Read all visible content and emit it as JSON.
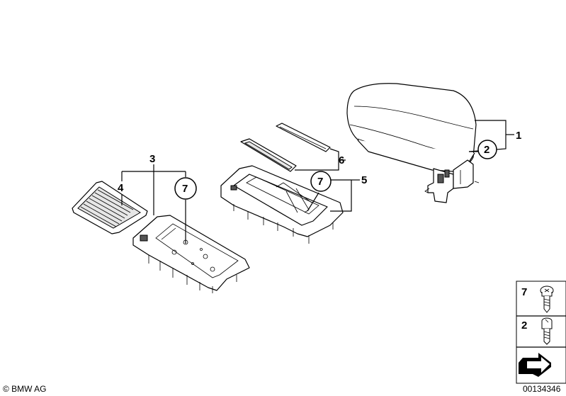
{
  "callouts": {
    "c1": "1",
    "c2": "2",
    "c3": "3",
    "c4": "4",
    "c5": "5",
    "c6": "6",
    "c7a": "7",
    "c7b": "7"
  },
  "legend": {
    "item_top": "7",
    "item_mid": "2"
  },
  "footer": {
    "copyright": "© BMW AG",
    "diagram_number": "00134346"
  }
}
